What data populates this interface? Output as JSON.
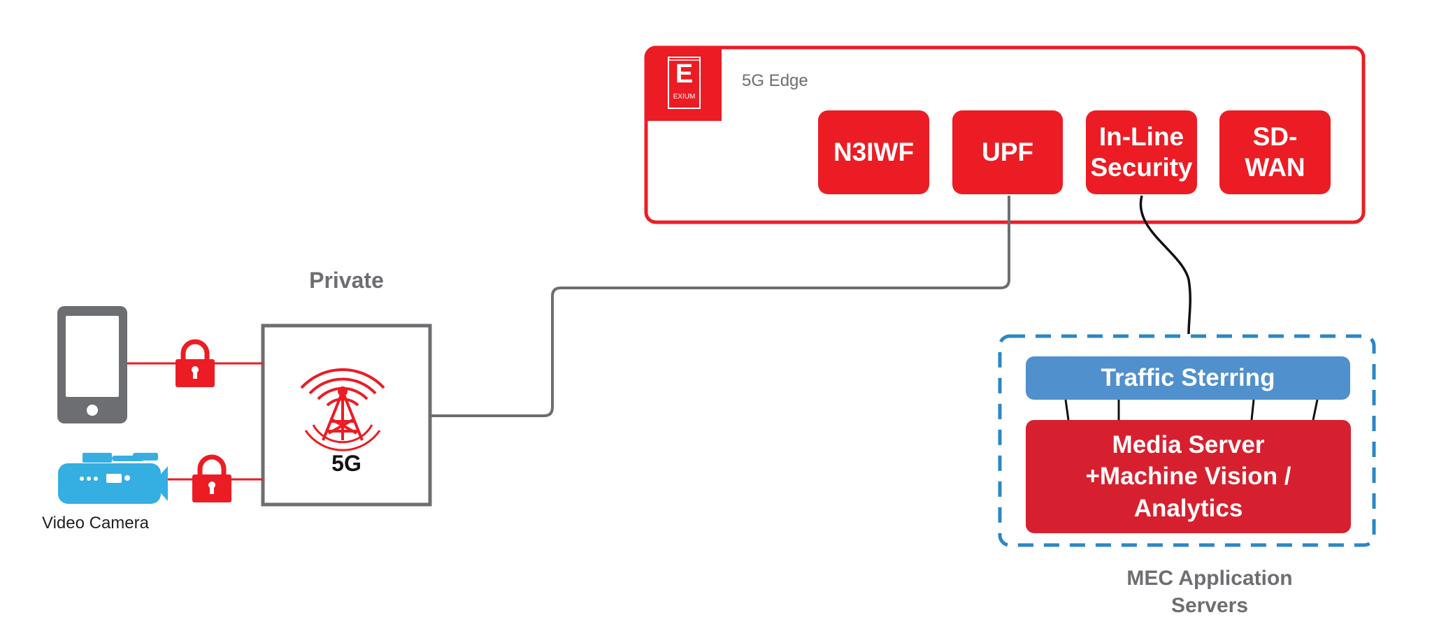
{
  "edge": {
    "title": "5G Edge",
    "logo_letter": "E",
    "logo_text": "EXIUM",
    "functions": [
      {
        "label": "N3IWF"
      },
      {
        "label": "UPF"
      },
      {
        "label": "In-Line\nSecurity"
      },
      {
        "label": "SD-\nWAN"
      }
    ]
  },
  "private_5g": {
    "title": "Private",
    "label": "5G"
  },
  "devices": {
    "camera_label": "Video Camera"
  },
  "mec": {
    "steering_label": "Traffic Sterring",
    "media_label": "Media Server\n+Machine Vision /\nAnalytics",
    "caption": "MEC Application\nServers"
  },
  "colors": {
    "red": "#ec1c24",
    "gray": "#6d6e71",
    "blue": "#2b86c5",
    "steering_blue": "#4f90cd",
    "camera_blue": "#35aee2"
  }
}
